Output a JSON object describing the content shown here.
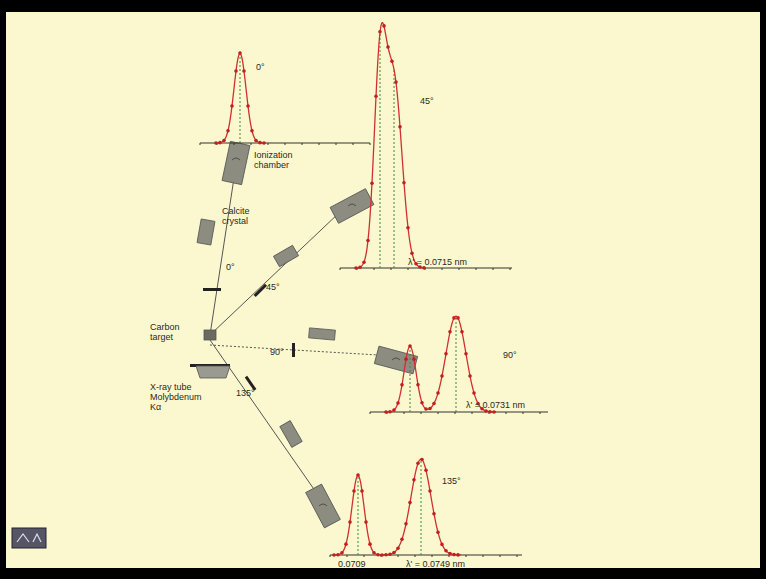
{
  "diagram": {
    "labels": [
      "0°",
      "Ionization chamber",
      "Calcite crystal",
      "0°",
      "45°",
      "λ' = 0.0715 nm",
      "45°",
      "Carbon target",
      "90°",
      "90°",
      "λ' = 0.0731 nm",
      "135°",
      "X-ray tube Molybdenum Kα",
      "135°",
      "0.0709",
      "λ' = 0.0749 nm"
    ]
  }
}
